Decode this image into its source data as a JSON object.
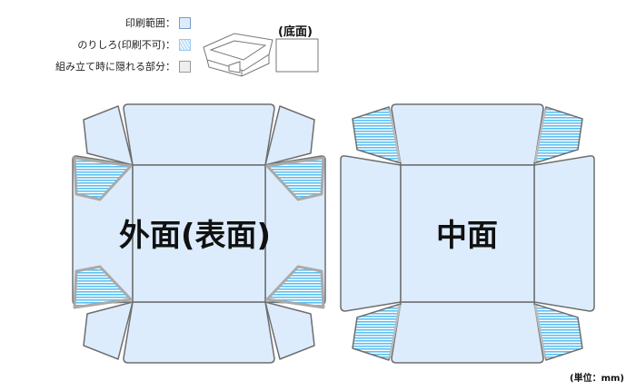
{
  "legend": {
    "print_area": "印刷範囲：",
    "glue_area": "のりしろ(印刷不可)：",
    "hidden_area": "組み立て時に隠れる部分："
  },
  "bottom_label": "(底面)",
  "outer_label": "外面(表面)",
  "inner_label": "中面",
  "unit_label": "(単位：mm)",
  "colors": {
    "print": "#dcecfc",
    "stroke": "#6e6e6e",
    "glue": "#4fb8ef",
    "hidden": "#c8c8c8"
  }
}
